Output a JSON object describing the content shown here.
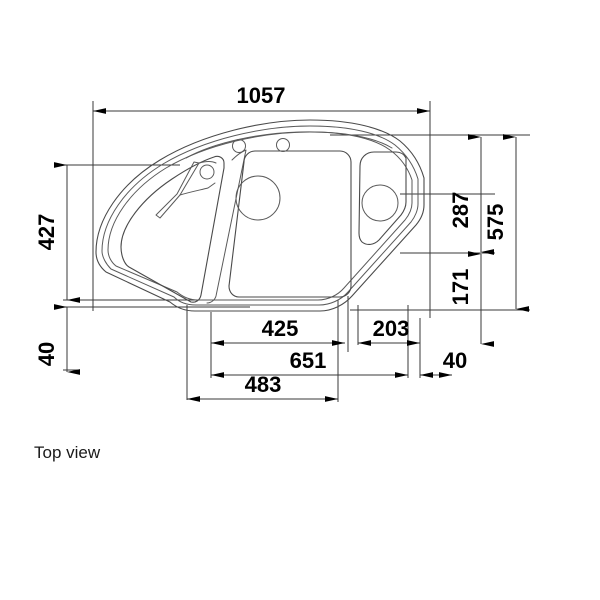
{
  "drawing": {
    "caption": "Top view",
    "units_implied": "mm",
    "line_color": "#3a3a3a",
    "outline_color": "#4a4a4a",
    "text_color": "#000000",
    "background": "#ffffff",
    "dimensions": {
      "overall_width": "1057",
      "left_height": "427",
      "left_offset": "40",
      "overall_height": "575",
      "upper_right_height": "287",
      "lower_right_height": "171",
      "right_offset": "40",
      "bowl_width": "425",
      "right_bowl_width": "203",
      "bowl_to_right_edge": "651",
      "bottom_offset": "483"
    },
    "features": {
      "tap_hole_left": "tap-hole",
      "tap_hole_right": "tap-hole",
      "main_drain": "drain-hole",
      "right_drain": "drain-hole",
      "faucet_outline": "faucet-silhouette"
    }
  }
}
